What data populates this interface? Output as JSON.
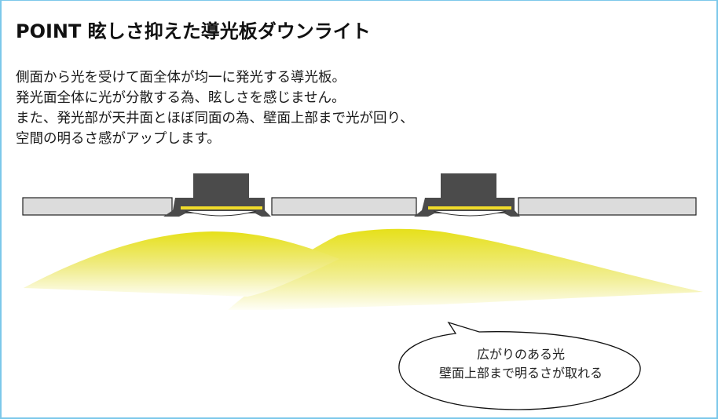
{
  "header": {
    "title": "POINT 眩しさ抑えた導光板ダウンライト"
  },
  "description": {
    "lines": [
      "側面から光を受けて面全体が均一に発光する導光板。",
      "発光面全体に光が分散する為、眩しさを感じません。",
      "また、発光部が天井面とほぼ同面の為、壁面上部まで光が回り、",
      "空間の明るさ感がアップします。"
    ]
  },
  "diagram": {
    "ceiling_panel_color": "#dcdcdc",
    "fixture_body_color": "#4b4b4b",
    "light_guide_color": "#f1dc2a",
    "light_cone_color": "#e6e01a",
    "fixtures": [
      {
        "name": "downlight-left"
      },
      {
        "name": "downlight-right"
      }
    ]
  },
  "callout": {
    "lines": [
      "広がりのある光",
      "壁面上部まで明るさが取れる"
    ]
  },
  "colors": {
    "frame_border": "#7cc8ea"
  }
}
